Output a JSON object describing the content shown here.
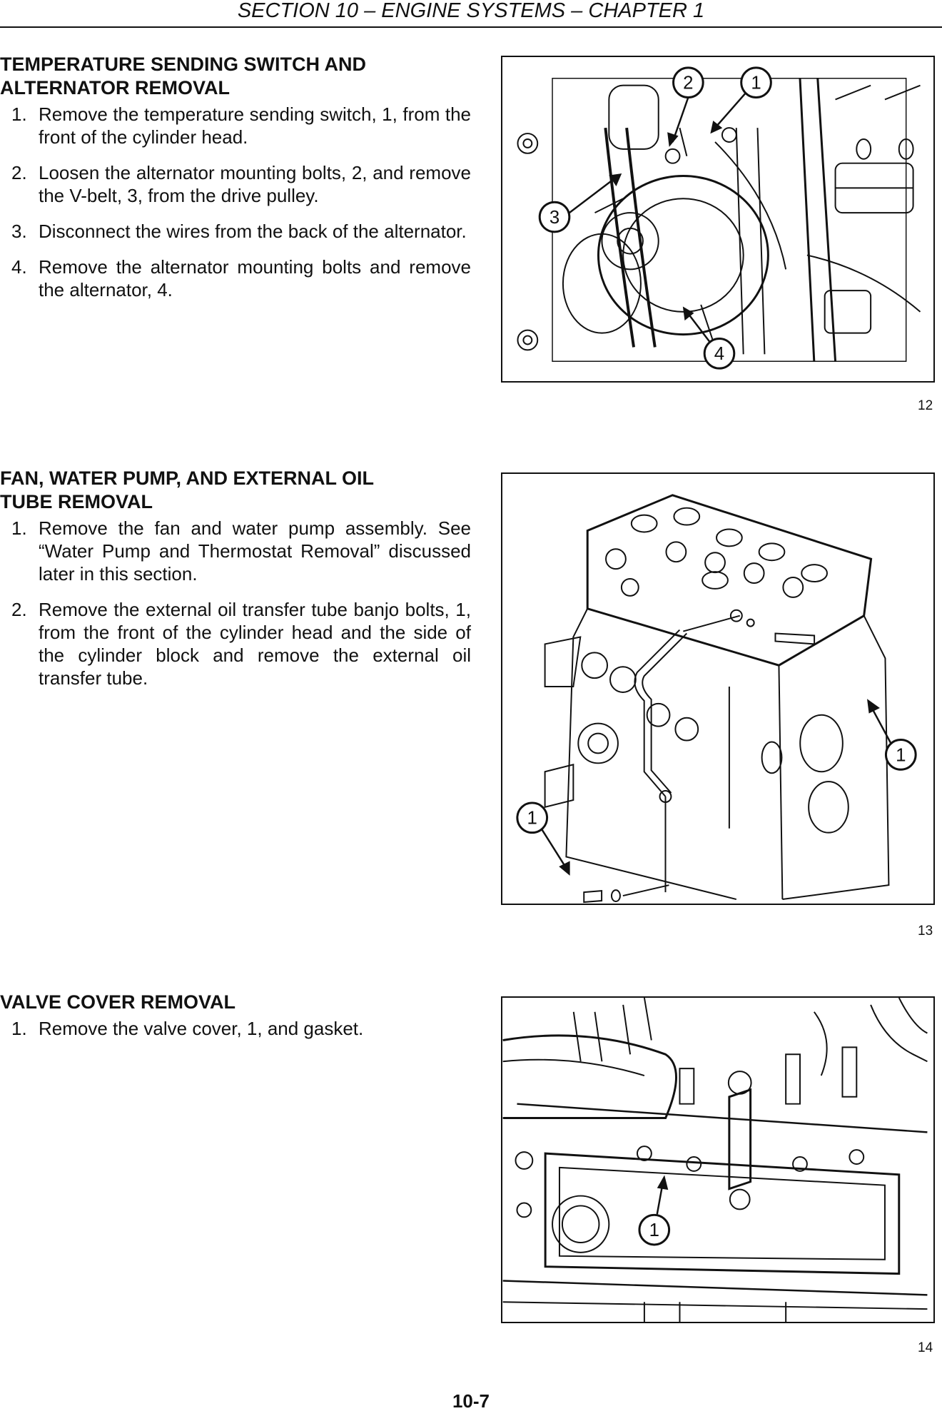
{
  "header": {
    "title": "SECTION 10 – ENGINE SYSTEMS – CHAPTER 1"
  },
  "sections": [
    {
      "title_line1": "TEMPERATURE SENDING SWITCH AND",
      "title_line2": "ALTERNATOR REMOVAL",
      "steps": [
        {
          "num": "1.",
          "text": "Remove the temperature sending switch, 1, from the front of the cylinder head."
        },
        {
          "num": "2.",
          "text": "Loosen the alternator mounting bolts, 2, and remove the V-belt, 3, from the drive pulley."
        },
        {
          "num": "3.",
          "text": "Disconnect the wires from the back of the alternator."
        },
        {
          "num": "4.",
          "text": "Remove the alternator mounting bolts and remove the alternator, 4."
        }
      ],
      "figure": {
        "number": "12",
        "callouts": [
          "2",
          "1",
          "3",
          "4"
        ]
      }
    },
    {
      "title_line1": "FAN, WATER PUMP, AND EXTERNAL OIL",
      "title_line2": "TUBE REMOVAL",
      "steps": [
        {
          "num": "1.",
          "text": "Remove the fan and water pump assembly. See “Water Pump and Thermostat Removal” discussed later in this section."
        },
        {
          "num": "2.",
          "text": "Remove the external oil transfer tube banjo bolts, 1, from the front of the cylinder head and the side of the cylinder block and remove the external oil transfer tube."
        }
      ],
      "figure": {
        "number": "13",
        "callouts": [
          "1",
          "1"
        ]
      }
    },
    {
      "title_line1": "VALVE COVER REMOVAL",
      "steps": [
        {
          "num": "1.",
          "text": "Remove the valve cover, 1, and gasket."
        }
      ],
      "figure": {
        "number": "14",
        "callouts": [
          "1"
        ]
      }
    }
  ],
  "footer": {
    "page_number": "10-7"
  }
}
